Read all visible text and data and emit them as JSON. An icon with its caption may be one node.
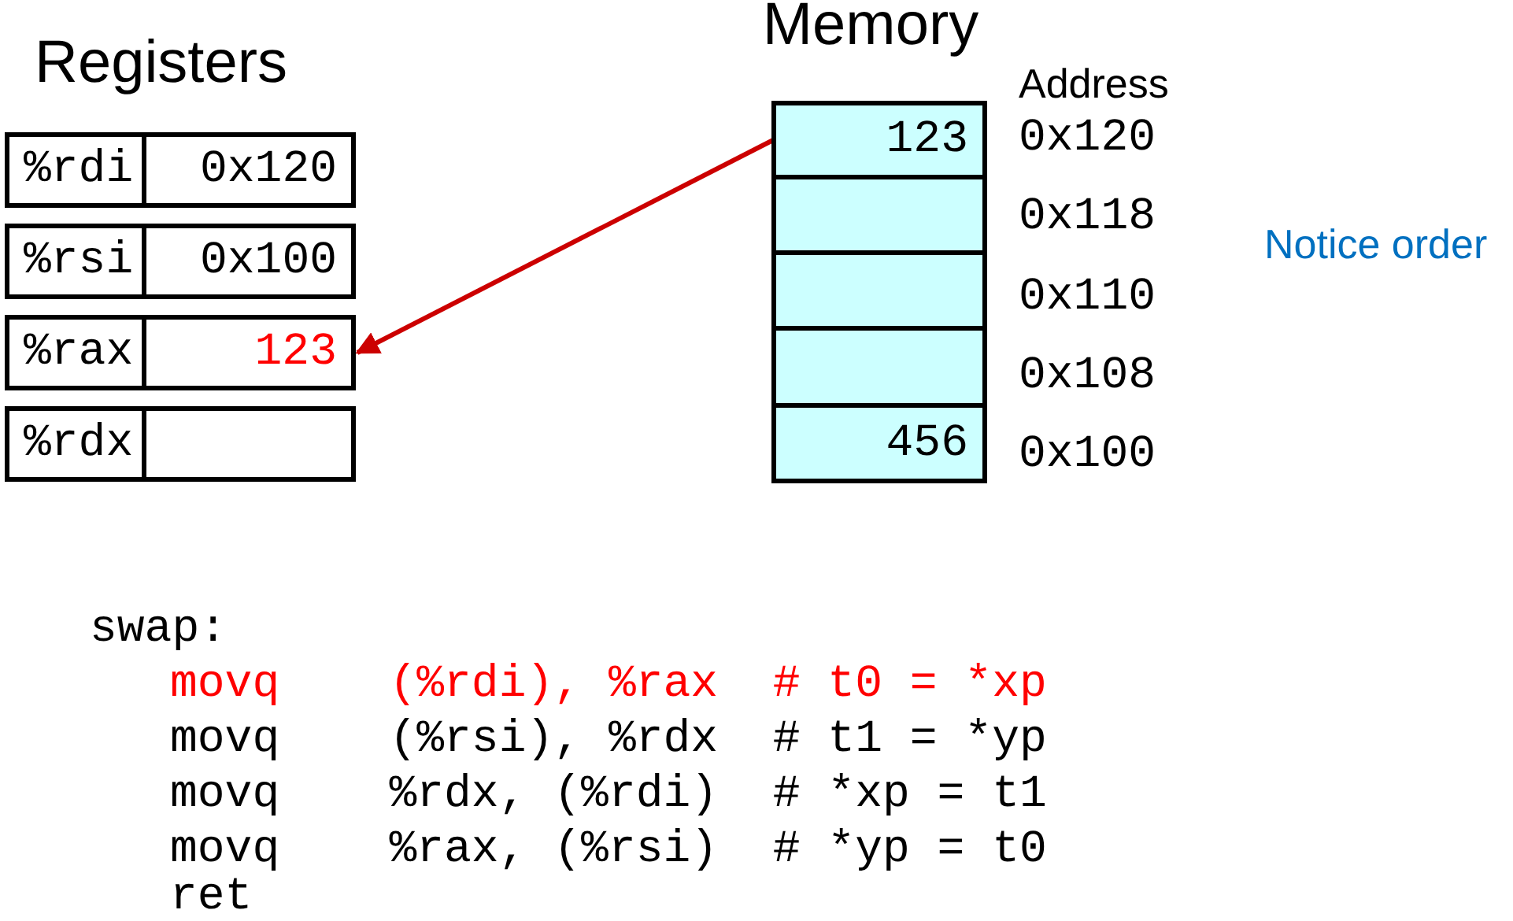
{
  "diagram": {
    "nodes": [
      {
        "text": [
          "%rdi"
        ]
      },
      {
        "text": [
          "0x120"
        ]
      },
      {
        "text": [
          "%rsi"
        ]
      },
      {
        "text": [
          "0x100"
        ]
      },
      {
        "text": [
          "%rax"
        ]
      },
      {
        "text": [
          "123"
        ]
      },
      {
        "text": [
          "%rdx"
        ]
      },
      {
        "text": [],
        "shape": "box"
      },
      {
        "text": [
          "123"
        ]
      },
      {
        "text": [],
        "shape": "box"
      },
      {
        "text": [],
        "shape": "box"
      },
      {
        "text": [],
        "shape": "box"
      },
      {
        "text": [
          "456"
        ]
      }
    ],
    "edges": [
      {
        "from": 8,
        "to": 5,
        "arrow": "to",
        "color": "#cc0000"
      }
    ],
    "labels": [
      "Memory",
      "Registers",
      "Address",
      "0x120",
      "0x118",
      "0x110",
      "0x108",
      "0x100",
      "Notice order",
      "swap:",
      "movq    (%rdi), %rax  # t0 = *xp",
      "movq    (%rsi), %rdx  # t1 = *yp",
      "movq    %rdx, (%rdi)  # *xp = t1",
      "movq    %rax, (%rsi)  # *yp = t0",
      "ret"
    ]
  }
}
